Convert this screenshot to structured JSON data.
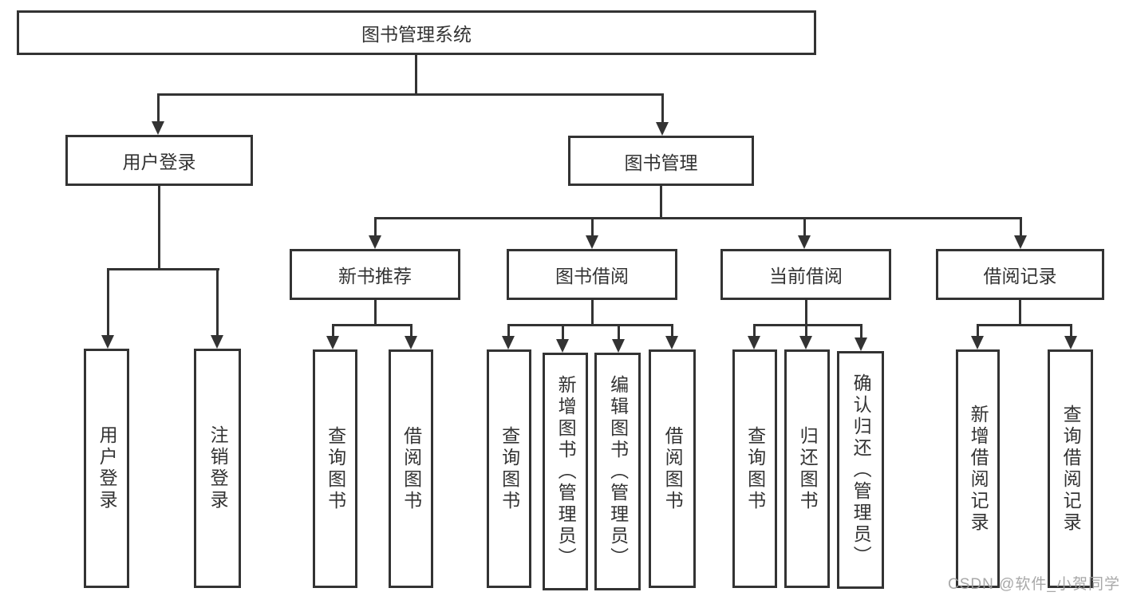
{
  "diagram_title": "图书管理系统",
  "line_color": "#333333",
  "tree": {
    "root": {
      "label": "图书管理系统"
    },
    "children": [
      {
        "label": "用户登录",
        "children": [
          {
            "label": "用户登录"
          },
          {
            "label": "注销登录"
          }
        ]
      },
      {
        "label": "图书管理",
        "children": [
          {
            "label": "新书推荐",
            "children": [
              {
                "label": "查询图书"
              },
              {
                "label": "借阅图书"
              }
            ]
          },
          {
            "label": "图书借阅",
            "children": [
              {
                "label": "查询图书"
              },
              {
                "label": "新增图书（管理员）"
              },
              {
                "label": "编辑图书（管理员）"
              },
              {
                "label": "借阅图书"
              }
            ]
          },
          {
            "label": "当前借阅",
            "children": [
              {
                "label": "查询图书"
              },
              {
                "label": "归还图书"
              },
              {
                "label": "确认归还（管理员）"
              }
            ]
          },
          {
            "label": "借阅记录",
            "children": [
              {
                "label": "新增借阅记录"
              },
              {
                "label": "查询借阅记录"
              }
            ]
          }
        ]
      }
    ]
  },
  "watermark": "CSDN @软件_小贺同学"
}
